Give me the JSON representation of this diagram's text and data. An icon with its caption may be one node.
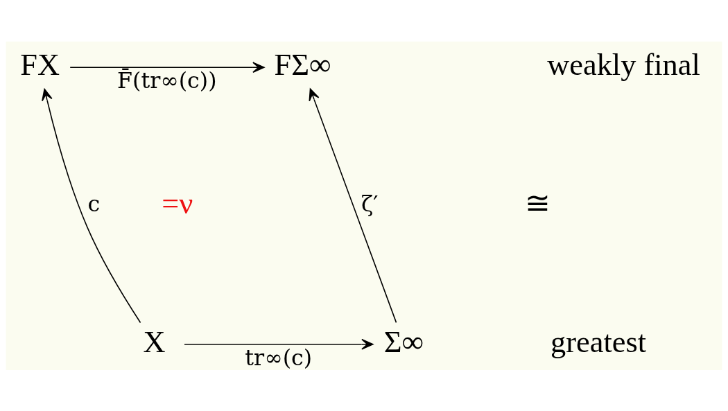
{
  "diagram": {
    "nodes": [
      {
        "text": [
          "FX"
        ]
      },
      {
        "text": [
          "FΣ∞"
        ]
      },
      {
        "text": [
          "X"
        ]
      },
      {
        "text": [
          "Σ∞"
        ]
      }
    ],
    "edges": [
      {
        "from": 0,
        "to": 1,
        "arrow": "to",
        "label": "F̄(tr∞(c))"
      },
      {
        "from": 2,
        "to": 0,
        "arrow": "to",
        "label": "c"
      },
      {
        "from": 3,
        "to": 1,
        "arrow": "to",
        "label": "ζ′"
      },
      {
        "from": 2,
        "to": 3,
        "arrow": "to",
        "label": "tr∞(c)"
      }
    ],
    "labels": [
      "weakly final",
      "≅",
      "=ν",
      "greatest"
    ]
  }
}
